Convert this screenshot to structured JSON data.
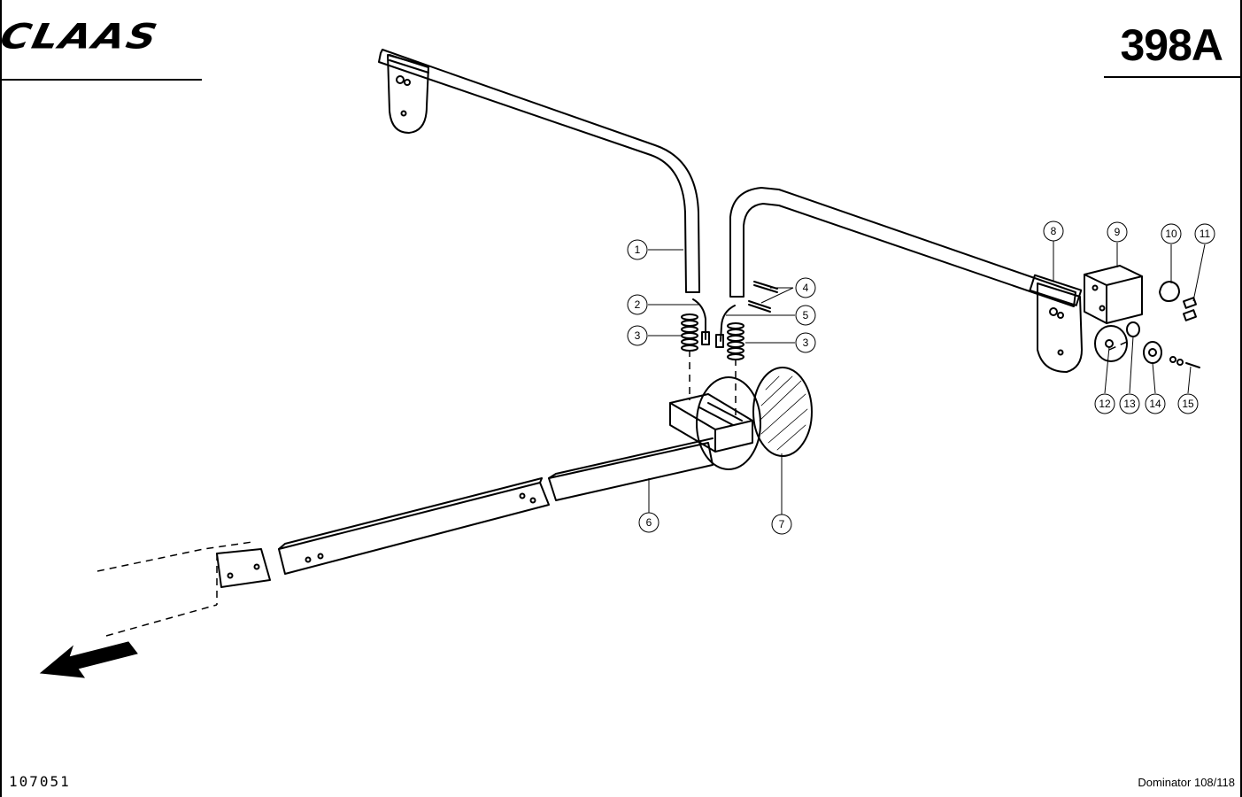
{
  "header": {
    "brand": "CLAAS",
    "page_code": "398A"
  },
  "footer": {
    "drawing_number": "107051",
    "model": "Dominator 108/118"
  },
  "diagram": {
    "callouts": [
      {
        "id": "c1",
        "label": "1"
      },
      {
        "id": "c2",
        "label": "2"
      },
      {
        "id": "c3a",
        "label": "3"
      },
      {
        "id": "c3b",
        "label": "3"
      },
      {
        "id": "c4",
        "label": "4"
      },
      {
        "id": "c5",
        "label": "5"
      },
      {
        "id": "c6",
        "label": "6"
      },
      {
        "id": "c7",
        "label": "7"
      },
      {
        "id": "c8",
        "label": "8"
      },
      {
        "id": "c9",
        "label": "9"
      },
      {
        "id": "c10",
        "label": "10"
      },
      {
        "id": "c11",
        "label": "11"
      },
      {
        "id": "c12",
        "label": "12"
      },
      {
        "id": "c13",
        "label": "13"
      },
      {
        "id": "c14",
        "label": "14"
      },
      {
        "id": "c15",
        "label": "15"
      }
    ]
  }
}
